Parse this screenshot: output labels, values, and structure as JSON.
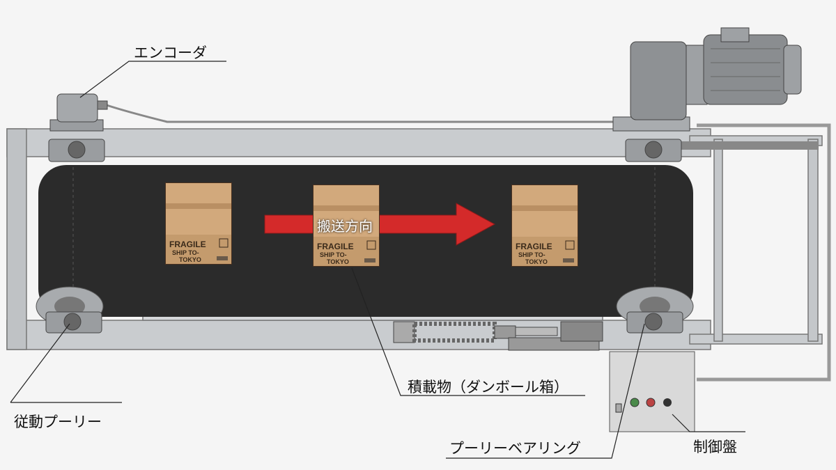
{
  "labels": {
    "encoder": "エンコーダ",
    "driven_pulley": "従動プーリー",
    "load": "積載物（ダンボール箱）",
    "pulley_bearing": "プーリーベアリング",
    "control_panel": "制御盤",
    "direction": "搬送方向"
  },
  "boxes": [
    {
      "line1": "FRAGILE",
      "line2": "SHIP TO-",
      "line3": "TOKYO"
    },
    {
      "line1": "FRAGILE",
      "line2": "SHIP TO-",
      "line3": "TOKYO"
    },
    {
      "line1": "FRAGILE",
      "line2": "SHIP TO-",
      "line3": "TOKYO"
    }
  ],
  "colors": {
    "belt": "#2b2b2b",
    "frame": "#c9cccf",
    "arrow": "#d42a2a",
    "box": "#d2a97c"
  }
}
